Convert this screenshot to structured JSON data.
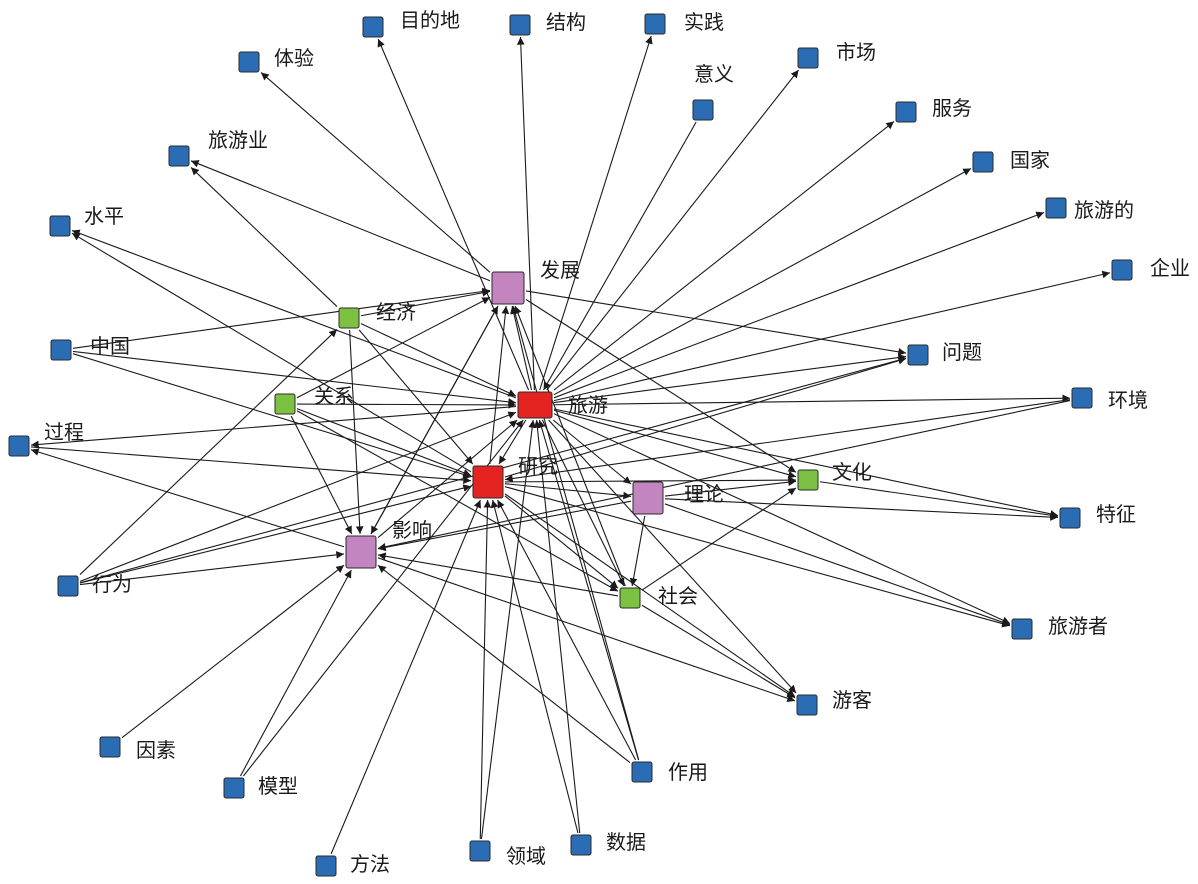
{
  "colors": {
    "core": "#e52421",
    "hub": "#c285c0",
    "secondary": "#7dc142",
    "leaf": "#2a6db5"
  },
  "nodes": [
    {
      "id": "lvyou",
      "label": "旅游",
      "category": "core"
    },
    {
      "id": "yanjiu",
      "label": "研究",
      "category": "core"
    },
    {
      "id": "fazhan",
      "label": "发展",
      "category": "hub"
    },
    {
      "id": "lilun",
      "label": "理论",
      "category": "hub"
    },
    {
      "id": "yingxiang",
      "label": "影响",
      "category": "hub"
    },
    {
      "id": "jingji",
      "label": "经济",
      "category": "secondary"
    },
    {
      "id": "guanxi",
      "label": "关系",
      "category": "secondary"
    },
    {
      "id": "wenhua",
      "label": "文化",
      "category": "secondary"
    },
    {
      "id": "shehui",
      "label": "社会",
      "category": "secondary"
    },
    {
      "id": "mudidi",
      "label": "目的地",
      "category": "leaf"
    },
    {
      "id": "jiegou",
      "label": "结构",
      "category": "leaf"
    },
    {
      "id": "shijian",
      "label": "实践",
      "category": "leaf"
    },
    {
      "id": "tiyan",
      "label": "体验",
      "category": "leaf"
    },
    {
      "id": "shichang",
      "label": "市场",
      "category": "leaf"
    },
    {
      "id": "yiyi",
      "label": "意义",
      "category": "leaf"
    },
    {
      "id": "fuwu",
      "label": "服务",
      "category": "leaf"
    },
    {
      "id": "lvyouye",
      "label": "旅游业",
      "category": "leaf"
    },
    {
      "id": "guojia",
      "label": "国家",
      "category": "leaf"
    },
    {
      "id": "lvyoude",
      "label": "旅游的",
      "category": "leaf"
    },
    {
      "id": "shuiping",
      "label": "水平",
      "category": "leaf"
    },
    {
      "id": "qiye",
      "label": "企业",
      "category": "leaf"
    },
    {
      "id": "zhongguo",
      "label": "中国",
      "category": "leaf"
    },
    {
      "id": "wenti",
      "label": "问题",
      "category": "leaf"
    },
    {
      "id": "huanjing",
      "label": "环境",
      "category": "leaf"
    },
    {
      "id": "guocheng",
      "label": "过程",
      "category": "leaf"
    },
    {
      "id": "tezheng",
      "label": "特征",
      "category": "leaf"
    },
    {
      "id": "xingwei",
      "label": "行为",
      "category": "leaf"
    },
    {
      "id": "lvyouzhe",
      "label": "旅游者",
      "category": "leaf"
    },
    {
      "id": "youke",
      "label": "游客",
      "category": "leaf"
    },
    {
      "id": "yinsu",
      "label": "因素",
      "category": "leaf"
    },
    {
      "id": "zuoyong",
      "label": "作用",
      "category": "leaf"
    },
    {
      "id": "moxing",
      "label": "模型",
      "category": "leaf"
    },
    {
      "id": "fangfa",
      "label": "方法",
      "category": "leaf"
    },
    {
      "id": "lingyu",
      "label": "领域",
      "category": "leaf"
    },
    {
      "id": "shuju",
      "label": "数据",
      "category": "leaf"
    }
  ],
  "edges": [
    [
      "lvyou",
      "mudidi"
    ],
    [
      "lvyou",
      "jiegou"
    ],
    [
      "lvyou",
      "shijian"
    ],
    [
      "lvyou",
      "shichang"
    ],
    [
      "lvyou",
      "fuwu"
    ],
    [
      "lvyou",
      "guojia"
    ],
    [
      "lvyou",
      "lvyoude"
    ],
    [
      "lvyou",
      "qiye"
    ],
    [
      "lvyou",
      "wenti"
    ],
    [
      "lvyou",
      "huanjing"
    ],
    [
      "lvyou",
      "wenhua"
    ],
    [
      "lvyou",
      "shuiping"
    ],
    [
      "lvyou",
      "guocheng"
    ],
    [
      "lvyou",
      "lilun"
    ],
    [
      "lvyou",
      "tezheng"
    ],
    [
      "lvyou",
      "youke"
    ],
    [
      "lvyou",
      "lvyouzhe"
    ],
    [
      "lvyou",
      "shehui"
    ],
    [
      "lvyou",
      "yanjiu"
    ],
    [
      "lvyou",
      "fazhan"
    ],
    [
      "fazhan",
      "lvyouye"
    ],
    [
      "fazhan",
      "wenti"
    ],
    [
      "fazhan",
      "wenhua"
    ],
    [
      "fazhan",
      "tiyan"
    ],
    [
      "fazhan",
      "yingxiang"
    ],
    [
      "jingji",
      "fazhan"
    ],
    [
      "jingji",
      "lvyou"
    ],
    [
      "jingji",
      "yanjiu"
    ],
    [
      "jingji",
      "yingxiang"
    ],
    [
      "jingji",
      "lvyouye"
    ],
    [
      "zhongguo",
      "fazhan"
    ],
    [
      "zhongguo",
      "lvyou"
    ],
    [
      "zhongguo",
      "yanjiu"
    ],
    [
      "guanxi",
      "lvyou"
    ],
    [
      "guanxi",
      "yanjiu"
    ],
    [
      "guanxi",
      "yingxiang"
    ],
    [
      "guanxi",
      "shehui"
    ],
    [
      "guanxi",
      "fazhan"
    ],
    [
      "guocheng",
      "yanjiu"
    ],
    [
      "xingwei",
      "lvyou"
    ],
    [
      "xingwei",
      "yanjiu"
    ],
    [
      "xingwei",
      "yingxiang"
    ],
    [
      "xingwei",
      "jingji"
    ],
    [
      "yinsu",
      "yingxiang"
    ],
    [
      "moxing",
      "yingxiang"
    ],
    [
      "moxing",
      "lvyou"
    ],
    [
      "fangfa",
      "yanjiu"
    ],
    [
      "lingyu",
      "lvyou"
    ],
    [
      "lingyu",
      "yanjiu"
    ],
    [
      "shuju",
      "yanjiu"
    ],
    [
      "shuju",
      "lvyou"
    ],
    [
      "zuoyong",
      "lvyou"
    ],
    [
      "zuoyong",
      "yanjiu"
    ],
    [
      "zuoyong",
      "yingxiang"
    ],
    [
      "zuoyong",
      "fazhan"
    ],
    [
      "yanjiu",
      "lilun"
    ],
    [
      "yanjiu",
      "wenhua"
    ],
    [
      "yanjiu",
      "shehui"
    ],
    [
      "yanjiu",
      "youke"
    ],
    [
      "yanjiu",
      "fazhan"
    ],
    [
      "yanjiu",
      "wenti"
    ],
    [
      "yanjiu",
      "lvyouzhe"
    ],
    [
      "yanjiu",
      "shuiping"
    ],
    [
      "lilun",
      "tezheng"
    ],
    [
      "lilun",
      "wenhua"
    ],
    [
      "lilun",
      "lvyouzhe"
    ],
    [
      "lilun",
      "shehui"
    ],
    [
      "lilun",
      "yingxiang"
    ],
    [
      "shehui",
      "yingxiang"
    ],
    [
      "shehui",
      "youke"
    ],
    [
      "shehui",
      "wenhua"
    ],
    [
      "shehui",
      "fazhan"
    ],
    [
      "wenhua",
      "tezheng"
    ],
    [
      "yingxiang",
      "guocheng"
    ],
    [
      "yingxiang",
      "lvyou"
    ],
    [
      "yingxiang",
      "youke"
    ],
    [
      "yingxiang",
      "fazhan"
    ],
    [
      "yiyi",
      "lvyou"
    ],
    [
      "huanjing",
      "yanjiu"
    ],
    [
      "huanjing",
      "yingxiang"
    ],
    [
      "xingwei",
      "wenti"
    ]
  ]
}
